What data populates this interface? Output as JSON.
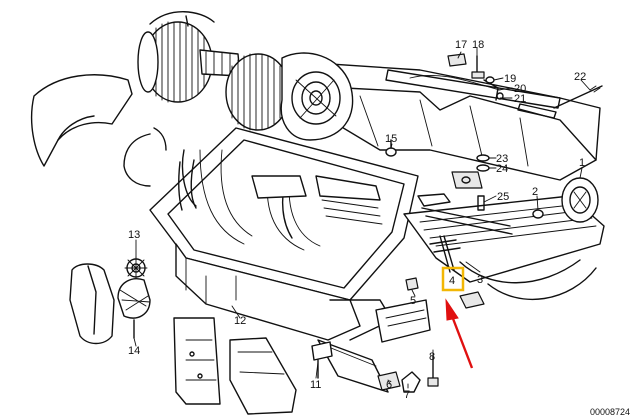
{
  "diagram": {
    "document_code": "00008724",
    "highlighted_part": "4",
    "highlight_color": "#f2b705",
    "arrow_color": "#e01010",
    "callouts": [
      {
        "id": "c1",
        "label": "1"
      },
      {
        "id": "c2",
        "label": "2"
      },
      {
        "id": "c3",
        "label": "3"
      },
      {
        "id": "c4",
        "label": "4"
      },
      {
        "id": "c5",
        "label": "5"
      },
      {
        "id": "c6",
        "label": "6"
      },
      {
        "id": "c7",
        "label": "7"
      },
      {
        "id": "c8",
        "label": "8"
      },
      {
        "id": "c11",
        "label": "11"
      },
      {
        "id": "c12",
        "label": "12"
      },
      {
        "id": "c13",
        "label": "13"
      },
      {
        "id": "c14",
        "label": "14"
      },
      {
        "id": "c15",
        "label": "15"
      },
      {
        "id": "c17",
        "label": "17"
      },
      {
        "id": "c18",
        "label": "18"
      },
      {
        "id": "c19",
        "label": "19"
      },
      {
        "id": "c20",
        "label": "20"
      },
      {
        "id": "c21",
        "label": "21"
      },
      {
        "id": "c22",
        "label": "22"
      },
      {
        "id": "c23",
        "label": "23"
      },
      {
        "id": "c24",
        "label": "24"
      },
      {
        "id": "c25",
        "label": "25"
      }
    ]
  }
}
